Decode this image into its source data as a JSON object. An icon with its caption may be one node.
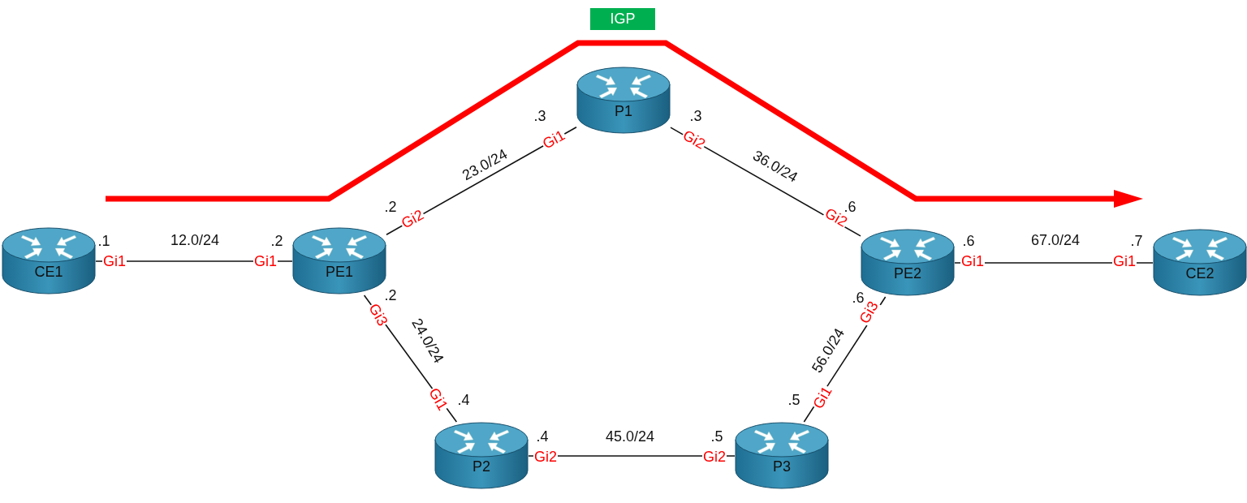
{
  "diagram": {
    "nodes": [
      {
        "text": [
          "CE1"
        ]
      },
      {
        "text": [
          "PE1"
        ]
      },
      {
        "text": [
          "P1"
        ]
      },
      {
        "text": [
          "PE2"
        ]
      },
      {
        "text": [
          "CE2"
        ]
      },
      {
        "text": [
          "P2"
        ]
      },
      {
        "text": [
          "P3"
        ]
      },
      {
        "text": [
          "IGP"
        ]
      }
    ],
    "edges": [
      {
        "from": 0,
        "to": 1,
        "arrow": "none",
        "label": "12.0/24"
      },
      {
        "from": 1,
        "to": 2,
        "arrow": "none",
        "label": "23.0/24"
      },
      {
        "from": 2,
        "to": 3,
        "arrow": "none",
        "label": "36.0/24"
      },
      {
        "from": 3,
        "to": 4,
        "arrow": "none",
        "label": "67.0/24"
      },
      {
        "from": 1,
        "to": 5,
        "arrow": "none",
        "label": "24.0/24"
      },
      {
        "from": 5,
        "to": 6,
        "arrow": "none",
        "label": "45.0/24"
      },
      {
        "from": 6,
        "to": 3,
        "arrow": "none",
        "label": "56.0/24"
      }
    ],
    "labels": [
      ".3",
      ".3",
      "Gi1",
      "Gi2",
      ".2",
      ".6",
      "Gi2",
      "Gi2",
      ".1",
      ".2",
      ".6",
      ".7",
      "Gi1",
      "Gi1",
      "Gi1",
      "Gi1",
      ".2",
      ".6",
      "Gi3",
      "Gi3",
      "Gi1",
      ".4",
      ".5",
      "Gi1",
      ".4",
      ".5",
      "Gi2",
      "Gi2"
    ]
  }
}
